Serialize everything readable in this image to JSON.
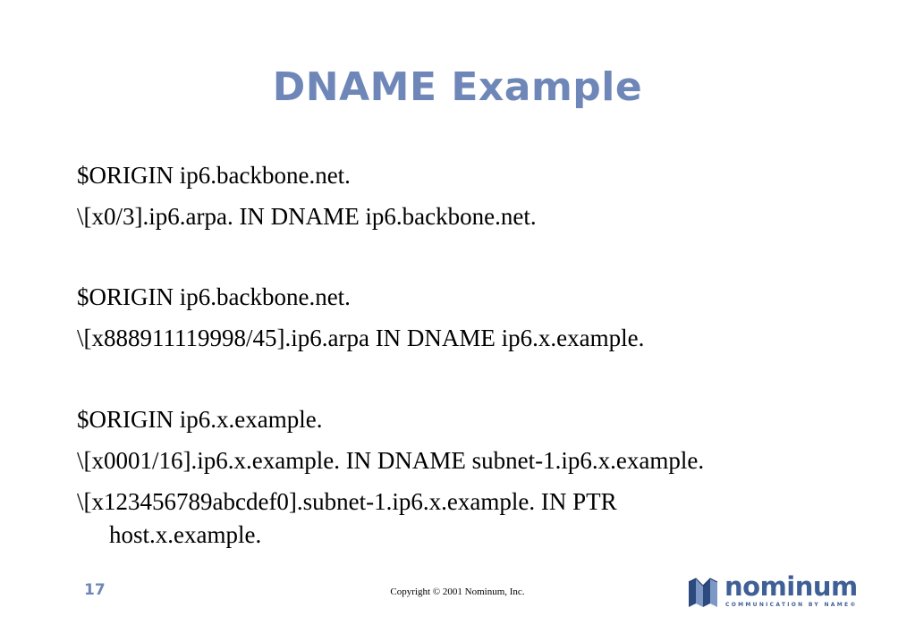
{
  "slide": {
    "title": "DNAME Example",
    "lines": [
      "$ORIGIN ip6.backbone.net.",
      "\\[x0/3].ip6.arpa. IN DNAME ip6.backbone.net.",
      "$ORIGIN ip6.backbone.net.",
      "\\[x888911119998/45].ip6.arpa IN DNAME ip6.x.example.",
      "$ORIGIN ip6.x.example.",
      "\\[x0001/16].ip6.x.example. IN DNAME subnet-1.ip6.x.example.",
      "\\[x123456789abcdef0].subnet-1.ip6.x.example. IN PTR",
      "host.x.example."
    ]
  },
  "footer": {
    "page_number": "17",
    "copyright": "Copyright © 2001 Nominum, Inc.",
    "logo": {
      "wordmark": "nominum",
      "tagline": "COMMUNICATION BY NAME®",
      "icon": "nominum-logo-icon",
      "color": "#3f5f97"
    }
  },
  "colors": {
    "title": "#6f87b8",
    "page_number": "#6f87b8",
    "text": "#000000",
    "background": "#ffffff"
  }
}
